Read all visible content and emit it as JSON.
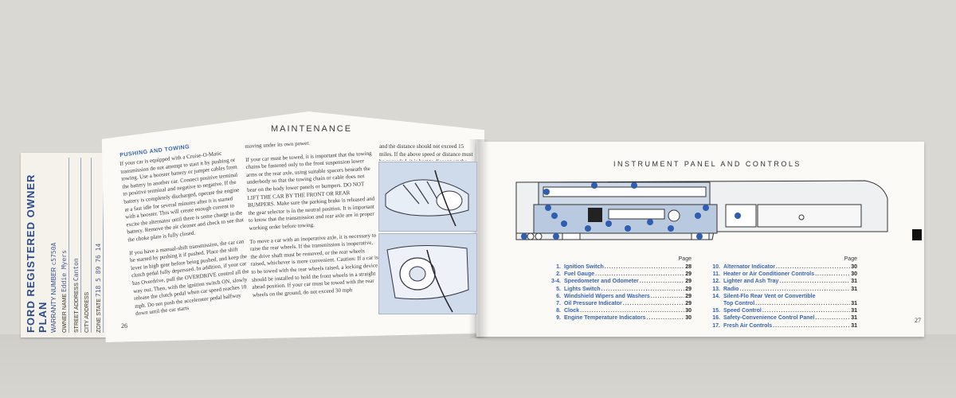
{
  "card": {
    "title": "FORD REGISTERED OWNER PLAN",
    "warranty_label": "WARRANTY NUMBER",
    "warranty_value": "c5750A",
    "owner_label": "OWNER NAME",
    "owner_value": "Eddie Myers",
    "street_label": "STREET ADDRESS",
    "street_value": "Canton",
    "city_label": "CITY ADDRESS",
    "zip_label": "ZONE STATE",
    "zip_value": "718 5 89 76 14"
  },
  "left_page": {
    "title": "MAINTENANCE",
    "section_heading": "PUSHING AND TOWING",
    "col1_p1": "If your car is equipped with a Cruise-O-Matic transmission do not attempt to start it by pushing or towing. Use a booster battery or jumper cables from the battery in another car. Connect positive terminal to positive terminal and negative to negative. If the battery is completely discharged, operate the engine at a fast idle for several minutes after it is started with a booster. This will create enough current to excite the alternator until there is some charge in the battery. Remove the air cleaner and check to see that the choke plate is fully closed.",
    "col1_p2": "If you have a manual-shift transmission, the car can be started by pushing it if pushed. Place the shift lever in high gear before being pushed, and keep the clutch pedal fully depressed. In addition, if your car has Overdrive, pull the OVERDRIVE control all the way out. Then, with the ignition switch ON, slowly release the clutch pedal when car speed reaches 10 mph. Do not push the accelerator pedal halfway down until the car starts",
    "col2_p1": "moving under its own power.",
    "col2_p2": "If your car must be towed, it is important that the towing chains be fastened only to the front suspension lower arms or the rear axle, using suitable spacers beneath the underbody so that the towing chain or cable does not bear on the body lower panels or bumpers. DO NOT LIFT THE CAR BY THE FRONT OR REAR BUMPERS. Make sure the parking brake is released and the gear selector is in the neutral position. It is important to know that the transmission and rear axle are in proper working order before towing.",
    "col2_p3": "To move a car with an inoperative axle, it is necessary to raise the rear wheels. If the transmission is inoperative, the drive shaft must be removed, or the rear wheels raised, whichever is more convenient. Caution: If a car is to be towed with the rear wheels raised, a locking device should be installed to hold the front wheels in a straight ahead position. If your car must be towed with the rear wheels on the ground, do not exceed 30 mph",
    "col3_p1": "and the distance should not exceed 15 miles. If the above speed or distance must be exceeded, it is best to disconnect the",
    "page_number": "26"
  },
  "right_page": {
    "title": "INSTRUMENT PANEL AND CONTROLS",
    "page_header": "Page",
    "left_items": [
      {
        "num": "1.",
        "label": "Ignition Switch",
        "page": "28"
      },
      {
        "num": "2.",
        "label": "Fuel Gauge",
        "page": "29"
      },
      {
        "num": "3-4.",
        "label": "Speedometer and Odometer",
        "page": "29"
      },
      {
        "num": "5.",
        "label": "Lights Switch",
        "page": "29"
      },
      {
        "num": "6.",
        "label": "Windshield Wipers and Washers",
        "page": "29"
      },
      {
        "num": "7.",
        "label": "Oil Pressure Indicator",
        "page": "29"
      },
      {
        "num": "8.",
        "label": "Clock",
        "page": "30"
      },
      {
        "num": "9.",
        "label": "Engine Temperature Indicators",
        "page": "30"
      }
    ],
    "right_items": [
      {
        "num": "10.",
        "label": "Alternator Indicator",
        "page": "30"
      },
      {
        "num": "11.",
        "label": "Heater or Air Conditioner Controls",
        "page": "30"
      },
      {
        "num": "12.",
        "label": "Lighter and Ash Tray",
        "page": "31"
      },
      {
        "num": "13.",
        "label": "Radio",
        "page": "31"
      },
      {
        "num": "14.",
        "label": "Silent-Flo Rear Vent or Convertible",
        "page": ""
      },
      {
        "num": "",
        "label": "Top Control",
        "page": "31"
      },
      {
        "num": "15.",
        "label": "Speed Control",
        "page": "31"
      },
      {
        "num": "16.",
        "label": "Safety-Convenience Control Panel",
        "page": "31"
      },
      {
        "num": "17.",
        "label": "Fresh Air Controls",
        "page": "31"
      }
    ],
    "page_number": "27"
  }
}
